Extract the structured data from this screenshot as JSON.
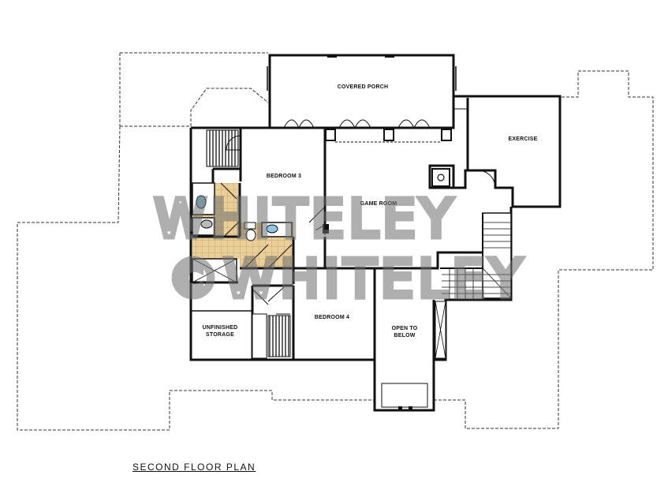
{
  "plan": {
    "caption": "SECOND FLOOR PLAN",
    "rooms": {
      "covered_porch": "COVERED PORCH",
      "exercise": "EXERCISE",
      "bedroom_3": "BEDROOM 3",
      "game_room": "GAME ROOM",
      "unfinished_storage_line1": "UNFINISHED",
      "unfinished_storage_line2": "STORAGE",
      "bedroom_4": "BEDROOM 4",
      "open_to_below_line1": "OPEN TO",
      "open_to_below_line2": "BELOW"
    },
    "watermark": {
      "line1": "WHITELEY",
      "line2": "©WHITELEY"
    }
  },
  "colors": {
    "wall": "#111111",
    "roof_outline": "#333333",
    "tile": "#e9cf9a",
    "tile_grid": "#c99a55",
    "fixture": "#8ec7e6",
    "watermark": "#6f6f6f"
  }
}
